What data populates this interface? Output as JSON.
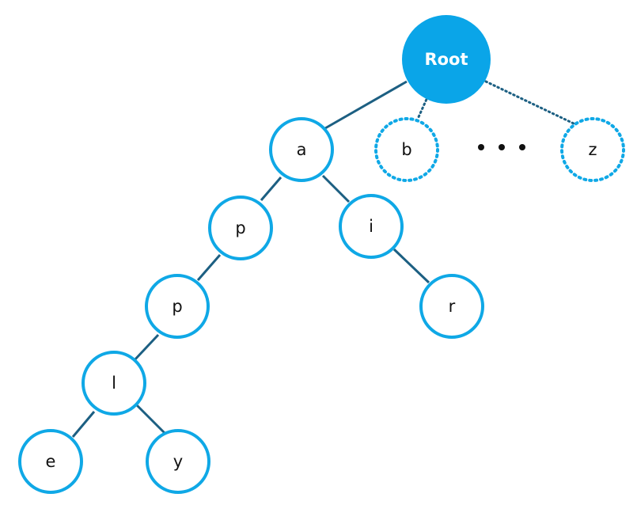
{
  "root": {
    "label": "Root"
  },
  "nodes": {
    "a": "a",
    "b": "b",
    "z": "z",
    "p1": "p",
    "i": "i",
    "p2": "p",
    "r": "r",
    "l": "l",
    "e": "e",
    "y": "y"
  },
  "colors": {
    "node_stroke": "#0fa8e6",
    "root_fill": "#0aa5e8",
    "edge": "#1c5f82"
  }
}
